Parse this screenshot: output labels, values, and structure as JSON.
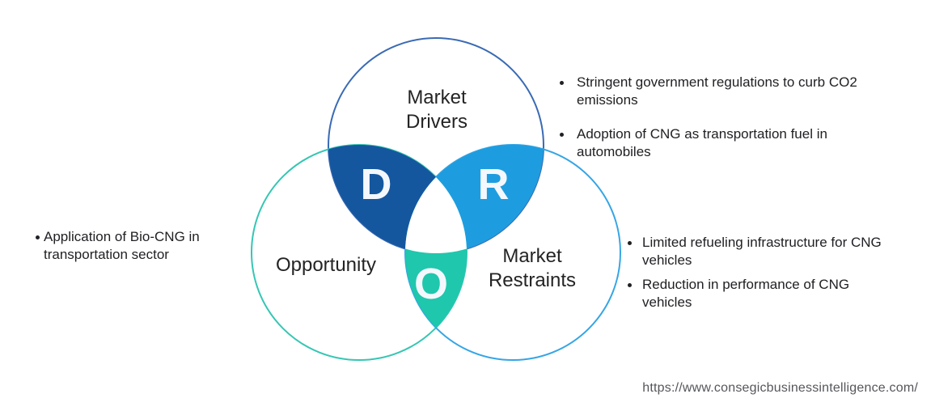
{
  "venn": {
    "drivers": {
      "label": [
        "Market",
        "Drivers"
      ],
      "letter": "D"
    },
    "restraints": {
      "label": [
        "Market",
        "Restraints"
      ],
      "letter": "R"
    },
    "opportunity": {
      "label": [
        "Opportunity"
      ],
      "letter": "O"
    }
  },
  "bullets": {
    "drivers": [
      "Stringent government regulations to curb CO2 emissions",
      "Adoption of CNG as transportation fuel in automobiles"
    ],
    "restraints": [
      "Limited refueling infrastructure for CNG vehicles",
      "Reduction in performance of CNG vehicles"
    ],
    "opportunity": [
      "Application of Bio-CNG in transportation sector"
    ]
  },
  "footer": {
    "url": "https://www.consegicbusinessintelligence.com/"
  },
  "colors": {
    "drivers_fill": "#15579f",
    "restraints_fill": "#1d9de0",
    "opportunity_fill": "#1fc7ad",
    "drivers_stroke": "#3a6ab4",
    "restraints_stroke": "#35a5e5",
    "opportunity_stroke": "#36c6b3",
    "letter_color": "#f4f8fc",
    "label_color": "#242424",
    "bullet_text_color": "#212125",
    "url_color": "#55565b",
    "background": "#ffffff"
  }
}
